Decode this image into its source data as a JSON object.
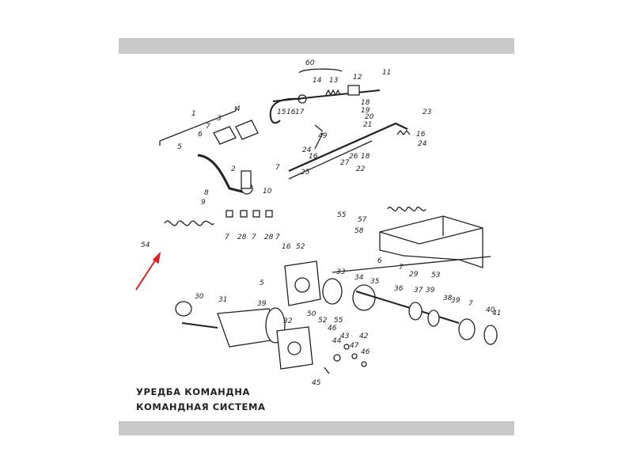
{
  "diagram": {
    "caption_line1": "УРЕДБА КОМАНДНА",
    "caption_line2": "КОМАНДНАЯ СИСТЕМА",
    "labels": [
      "60",
      "14",
      "13",
      "12",
      "11",
      "1",
      "15",
      "16",
      "17",
      "18",
      "19",
      "20",
      "21",
      "23",
      "16",
      "24",
      "6",
      "7",
      "3",
      "4",
      "49",
      "5",
      "2",
      "24",
      "16",
      "26",
      "18",
      "7",
      "27",
      "22",
      "25",
      "10",
      "8",
      "9",
      "55",
      "57",
      "58",
      "6",
      "7",
      "53",
      "54",
      "7",
      "28",
      "7",
      "28",
      "7",
      "16",
      "52",
      "33",
      "34",
      "35",
      "29",
      "36",
      "37",
      "39",
      "38",
      "39",
      "7",
      "40",
      "41",
      "5",
      "39",
      "30",
      "31",
      "32",
      "50",
      "52",
      "55",
      "46",
      "44",
      "43",
      "42",
      "47",
      "46",
      "45"
    ],
    "highlight_arrow_color": "#e02020"
  }
}
